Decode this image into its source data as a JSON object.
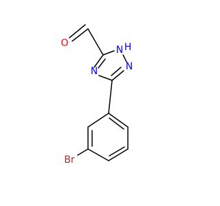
{
  "molecule": {
    "atoms": {
      "carbonyl_oxygen": "O",
      "ring_nh_n": "N",
      "ring_nh_h": "H",
      "ring_n_left": "N",
      "ring_n_right": "N",
      "bromine": "Br"
    },
    "colors": {
      "bond": "#000000",
      "oxygen": "#ff0000",
      "nitrogen": "#0000ff",
      "bromine": "#a52a2a"
    }
  }
}
